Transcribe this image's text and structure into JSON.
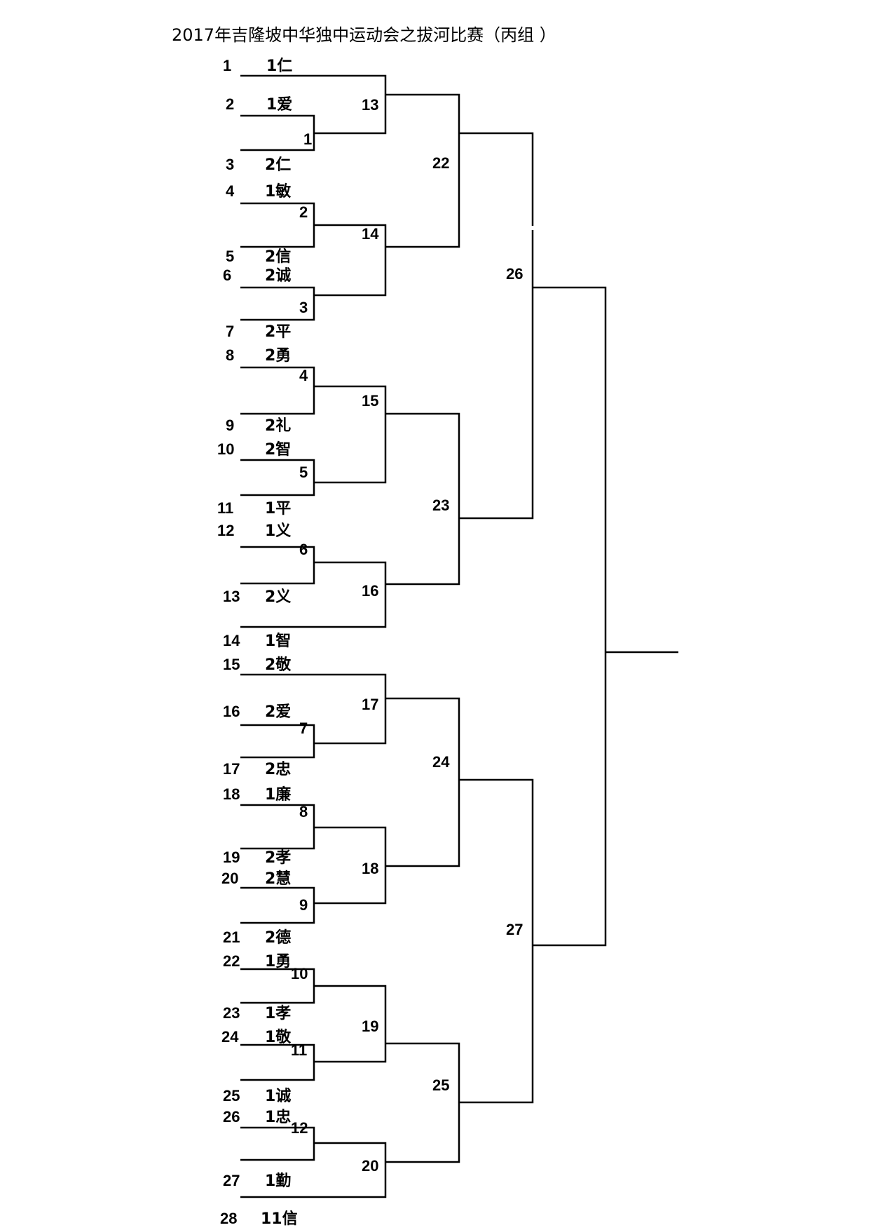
{
  "title": "2017年吉隆坡中华独中运动会之拔河比赛（丙组 ）",
  "entries": [
    {
      "seed": "1",
      "team": "1仁"
    },
    {
      "seed": "2",
      "team": "1爱"
    },
    {
      "seed": "3",
      "team": "2仁"
    },
    {
      "seed": "4",
      "team": "1敏"
    },
    {
      "seed": "5",
      "team": "2信"
    },
    {
      "seed": "6",
      "team": "2诚"
    },
    {
      "seed": "7",
      "team": "2平"
    },
    {
      "seed": "8",
      "team": "2勇"
    },
    {
      "seed": "9",
      "team": "2礼"
    },
    {
      "seed": "10",
      "team": "2智"
    },
    {
      "seed": "11",
      "team": "1平"
    },
    {
      "seed": "12",
      "team": "1义"
    },
    {
      "seed": "13",
      "team": "2义"
    },
    {
      "seed": "14",
      "team": "1智"
    },
    {
      "seed": "15",
      "team": "2敬"
    },
    {
      "seed": "16",
      "team": "2爱"
    },
    {
      "seed": "17",
      "team": "2忠"
    },
    {
      "seed": "18",
      "team": "1廉"
    },
    {
      "seed": "19",
      "team": "2孝"
    },
    {
      "seed": "20",
      "team": "2慧"
    },
    {
      "seed": "21",
      "team": "2德"
    },
    {
      "seed": "22",
      "team": "1勇"
    },
    {
      "seed": "23",
      "team": "1孝"
    },
    {
      "seed": "24",
      "team": "1敬"
    },
    {
      "seed": "25",
      "team": "1诚"
    },
    {
      "seed": "26",
      "team": "1忠"
    },
    {
      "seed": "27",
      "team": "1勤"
    },
    {
      "seed": "28",
      "team": "11信"
    }
  ],
  "matches": [
    "1",
    "2",
    "3",
    "4",
    "5",
    "6",
    "7",
    "8",
    "9",
    "10",
    "11",
    "12",
    "13",
    "14",
    "15",
    "16",
    "17",
    "18",
    "19",
    "20",
    "22",
    "23",
    "24",
    "25",
    "26",
    "27"
  ]
}
